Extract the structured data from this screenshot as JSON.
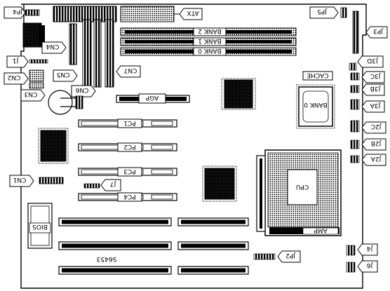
{
  "labels": {
    "jp4": "JP4",
    "atx": "ATX",
    "jp5": "JP5",
    "jp3": "JP3",
    "cn4": "CN4",
    "bank2": "BANK 2",
    "bank1": "BANK 1",
    "bank0_simm": "BANK 0",
    "j1": "J1",
    "cn2": "CN2",
    "cn3": "CN3",
    "cn5": "CN5",
    "cn7": "CN7",
    "cn6": "CN6",
    "agp": "AGP",
    "cache": "CACHE",
    "bank0_cache": "BANK 0",
    "j3d": "J3D",
    "j3c": "J3C",
    "j3b": "J3B",
    "j3a": "J3A",
    "pc1": "PC1",
    "j2c": "J2C",
    "pc2": "PC2",
    "j2b": "J2B",
    "j2a": "J2A",
    "cn1": "CN1",
    "pc3": "PC3",
    "cpu": "CPU",
    "j7": "J7",
    "pc4": "PC4",
    "bios": "BIOS",
    "amp": "AMP",
    "j4": "J4",
    "silk": "S6453",
    "jp2": "JP2",
    "j6": "J6"
  },
  "colors": {
    "ink": "#000000",
    "paper": "#ffffff"
  }
}
